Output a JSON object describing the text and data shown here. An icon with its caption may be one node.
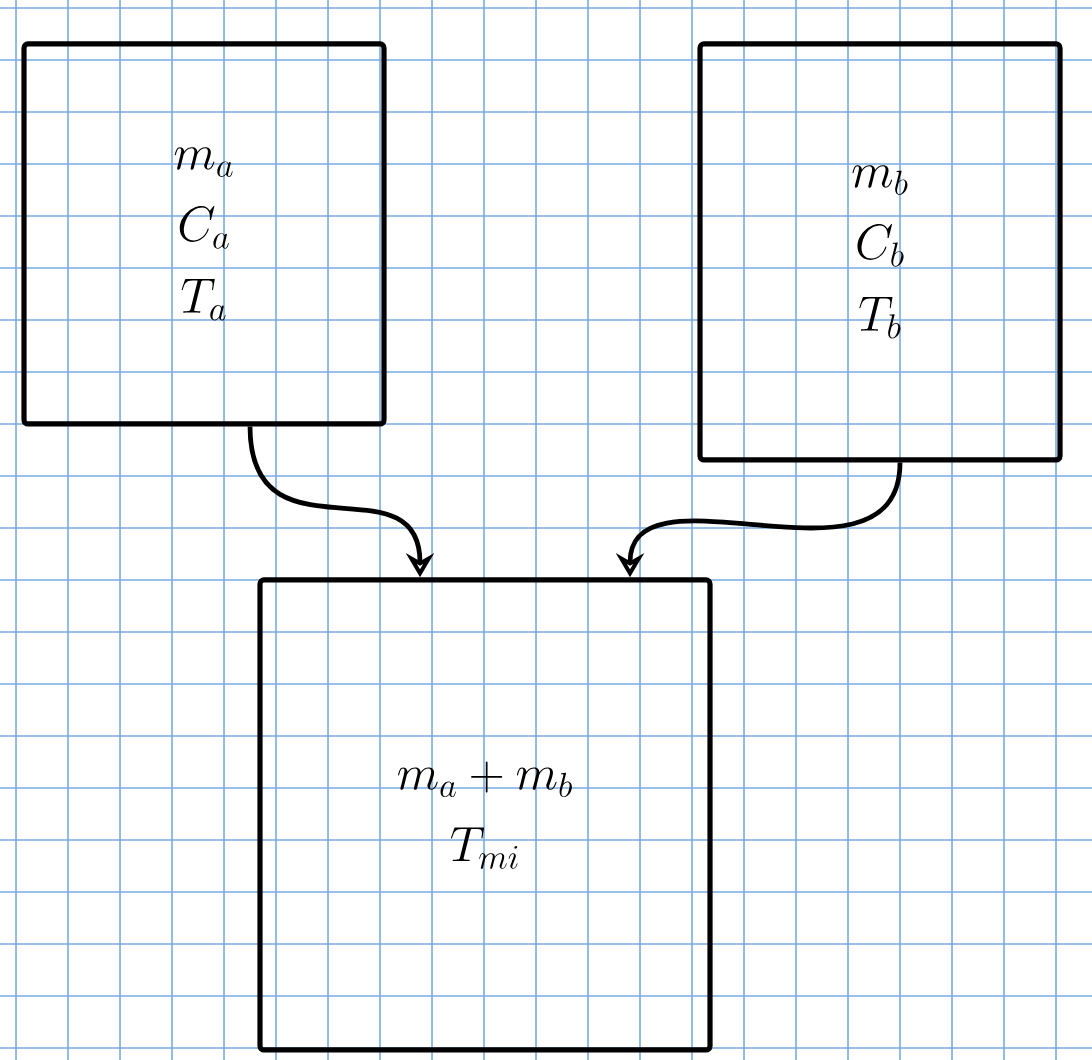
{
  "diagram": {
    "nodes": [
      {
        "text": [
          "m_a",
          "C_a",
          "T_a"
        ]
      },
      {
        "text": [
          "m_b",
          "C_b",
          "T_b"
        ]
      },
      {
        "text": [
          "m_a + m_b",
          "T_{mi}"
        ]
      }
    ],
    "edges": [
      {
        "from": 0,
        "to": 2,
        "arrow": "to"
      },
      {
        "from": 1,
        "to": 2,
        "arrow": "to"
      }
    ]
  }
}
